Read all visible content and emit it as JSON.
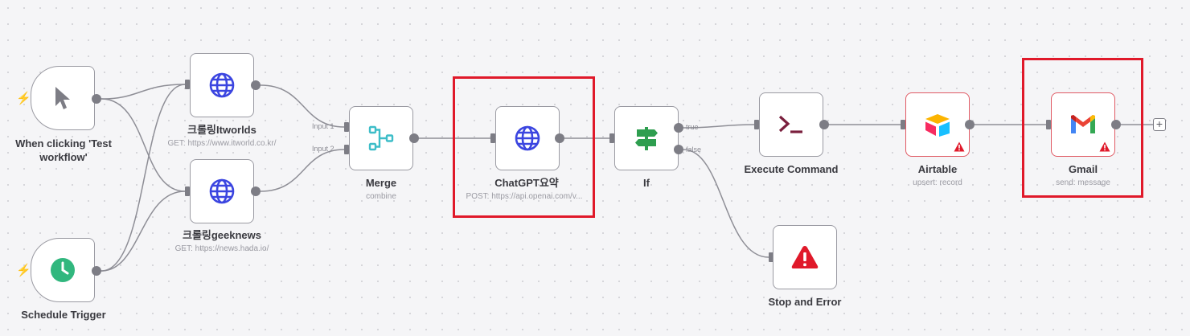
{
  "workflow": {
    "nodes": [
      {
        "id": "manual",
        "title": "When clicking 'Test workflow'",
        "subtitle": "",
        "icon": "cursor-icon"
      },
      {
        "id": "schedule",
        "title": "Schedule Trigger",
        "subtitle": "",
        "icon": "clock-icon"
      },
      {
        "id": "itworld",
        "title": "크롤링Itworlds",
        "subtitle": "GET: https://www.itworld.co.kr/",
        "icon": "globe-icon"
      },
      {
        "id": "geeknews",
        "title": "크롤링geeknews",
        "subtitle": "GET: https://news.hada.io/",
        "icon": "globe-icon"
      },
      {
        "id": "merge",
        "title": "Merge",
        "subtitle": "combine",
        "icon": "merge-icon",
        "inputs": [
          "Input 1",
          "Input 2"
        ]
      },
      {
        "id": "chatgpt",
        "title": "ChatGPT요약",
        "subtitle": "POST: https://api.openai.com/v...",
        "icon": "globe-icon"
      },
      {
        "id": "if",
        "title": "If",
        "subtitle": "",
        "icon": "signpost-icon",
        "outputs": [
          "true",
          "false"
        ]
      },
      {
        "id": "exec",
        "title": "Execute Command",
        "subtitle": "",
        "icon": "terminal-icon"
      },
      {
        "id": "airtable",
        "title": "Airtable",
        "subtitle": "upsert: record",
        "icon": "airtable-icon"
      },
      {
        "id": "gmail",
        "title": "Gmail",
        "subtitle": "send: message",
        "icon": "gmail-icon"
      },
      {
        "id": "stop",
        "title": "Stop and Error",
        "subtitle": "",
        "icon": "warning-icon"
      }
    ]
  },
  "colors": {
    "trigger_bolt": "#ff6d5a",
    "highlight": "#e0192a",
    "globe": "#3b45e0",
    "warning": "#e0192a",
    "node_border": "#9a9aa2"
  }
}
